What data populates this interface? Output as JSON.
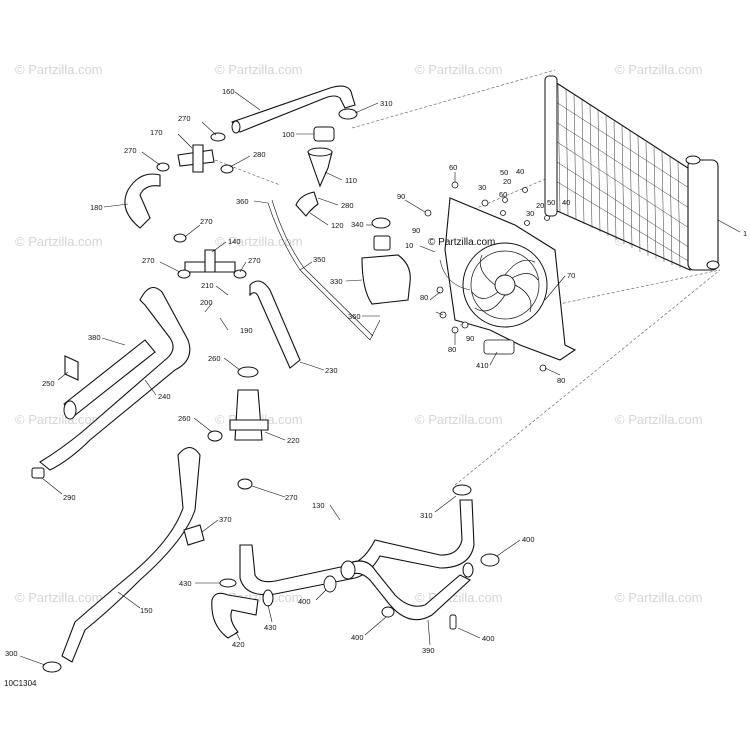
{
  "diagram": {
    "code": "10C1304",
    "watermark": "© Partzilla.com",
    "center_watermark": "© Partzilla.com"
  },
  "callouts": {
    "c160": "160",
    "c310a": "310",
    "c270a": "270",
    "c170": "170",
    "c100": "100",
    "c270b": "270",
    "c280a": "280",
    "c110": "110",
    "c180": "180",
    "c280b": "280",
    "c360a": "360",
    "c120": "120",
    "c270c": "270",
    "c140": "140",
    "c270d": "270",
    "c270e": "270",
    "c210": "210",
    "c200": "200",
    "c190": "190",
    "c350": "350",
    "c340": "340",
    "c330": "330",
    "c360b": "360",
    "c380": "380",
    "c250": "250",
    "c240": "240",
    "c260a": "260",
    "c230": "230",
    "c260b": "260",
    "c220": "220",
    "c290": "290",
    "c270f": "270",
    "c130": "130",
    "c310b": "310",
    "c370": "370",
    "c400a": "400",
    "c430a": "430",
    "c400b": "400",
    "c430b": "430",
    "c420": "420",
    "c150": "150",
    "c400c": "400",
    "c400d": "400",
    "c390": "390",
    "c300": "300",
    "c60": "60",
    "c90a": "90",
    "c30a": "30",
    "c50a": "50",
    "c40a": "40",
    "c20a": "20",
    "c60b": "60",
    "c30b": "30",
    "c20b": "20",
    "c50b": "50",
    "c40b": "40",
    "c90b": "90",
    "c10": "10",
    "c80a": "80",
    "c70": "70",
    "c90c": "90",
    "c80b": "80",
    "c410": "410",
    "c80c": "80",
    "c1": "1"
  },
  "colors": {
    "line": "#111111",
    "watermark": "#d4d4d4",
    "fill": "#ffffff"
  }
}
